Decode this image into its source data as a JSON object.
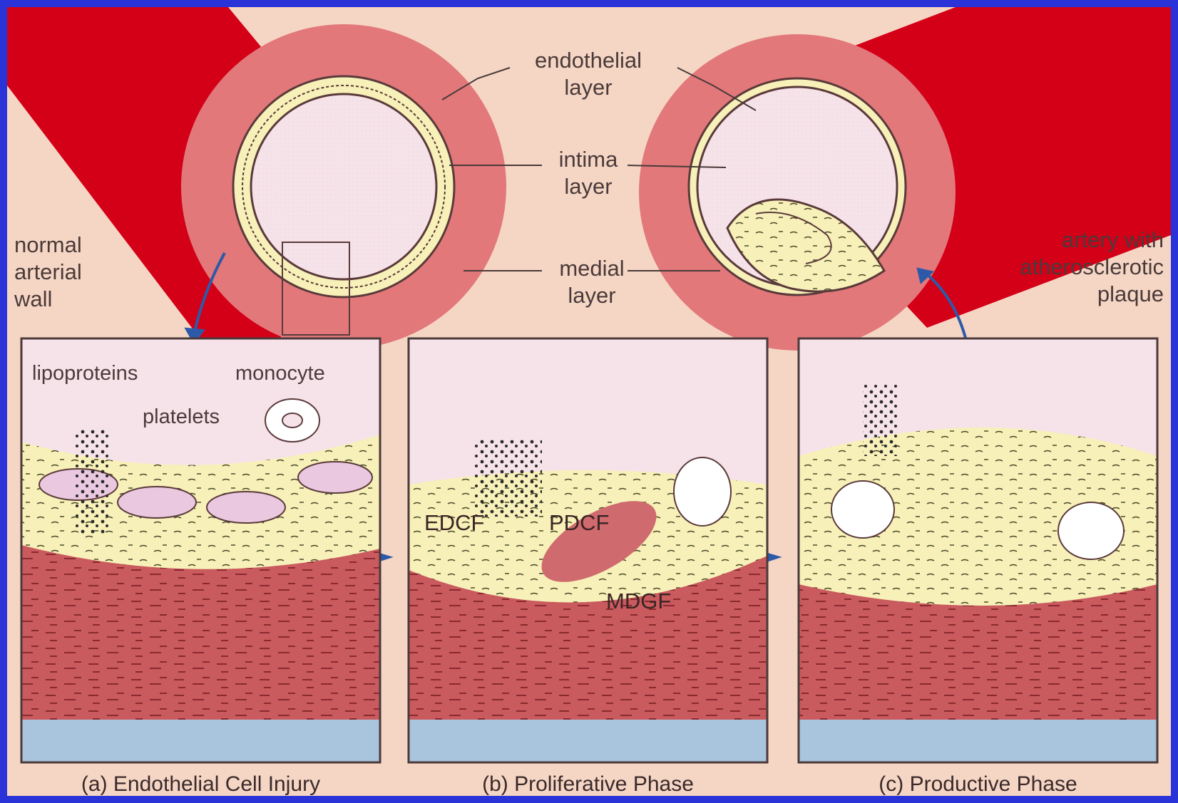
{
  "labels": {
    "endothelial": "endothelial\nlayer",
    "intima": "intima\nlayer",
    "medial": "medial\nlayer",
    "normal_wall": "normal\narterial\nwall",
    "plaque_artery": "artery with\natherosclerotic\nplaque",
    "lipoproteins": "lipoproteins",
    "monocyte": "monocyte",
    "platelets": "platelets",
    "edcf": "EDCF",
    "pdcf": "PDCF",
    "mdgf": "MDGF"
  },
  "captions": {
    "a": "(a) Endothelial Cell Injury",
    "b": "(b) Proliferative Phase",
    "c": "(c) Productive Phase"
  },
  "colors": {
    "frame": "#2a33d8",
    "background": "#f5d6c4",
    "artery_red": "#d40018",
    "vessel_wall": "#e2787a",
    "media_muscle": "#c95a5e",
    "intima_yellow": "#f7f0b8",
    "lumen": "#f6e3ea",
    "adventitia_blue": "#a9c4dd",
    "arrow_blue": "#2d5aa8"
  }
}
